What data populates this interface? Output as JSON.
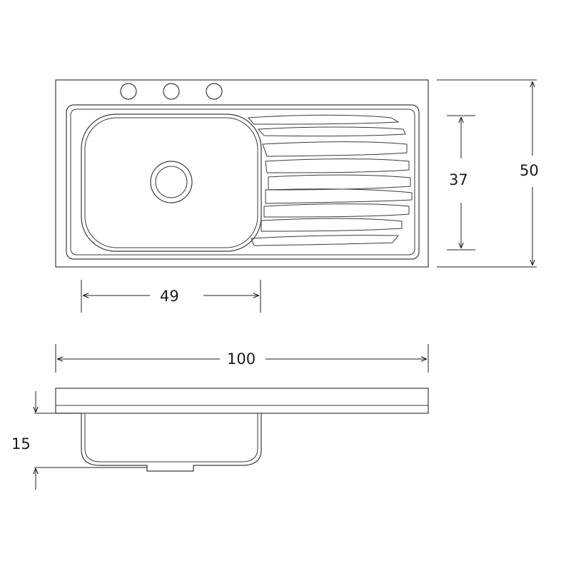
{
  "dimensions": {
    "depth_top": "50",
    "inner_depth": "37",
    "bowl_width": "49",
    "total_width": "100",
    "bowl_height": "15"
  },
  "stroke_color": "#3a3a3a"
}
